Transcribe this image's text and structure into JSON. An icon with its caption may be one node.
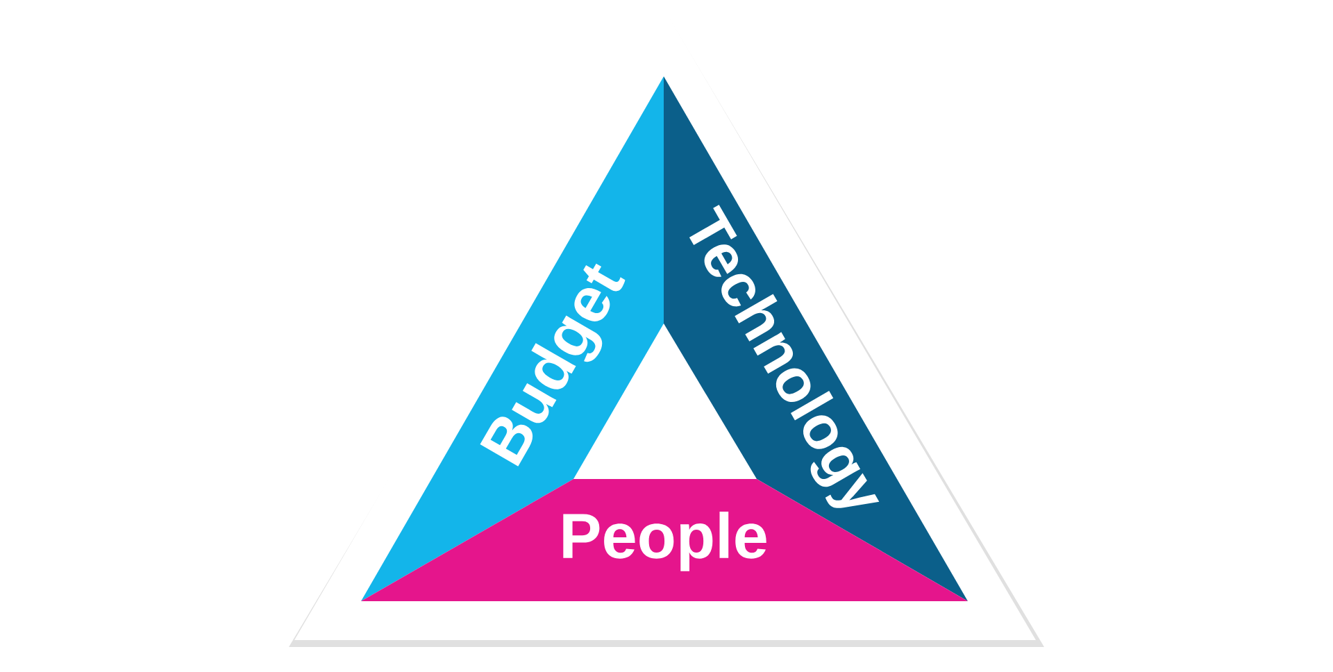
{
  "diagram": {
    "nodes": [
      {
        "text": [
          "Budget"
        ]
      },
      {
        "text": [
          "Technology"
        ]
      },
      {
        "text": [
          "People"
        ]
      }
    ]
  }
}
